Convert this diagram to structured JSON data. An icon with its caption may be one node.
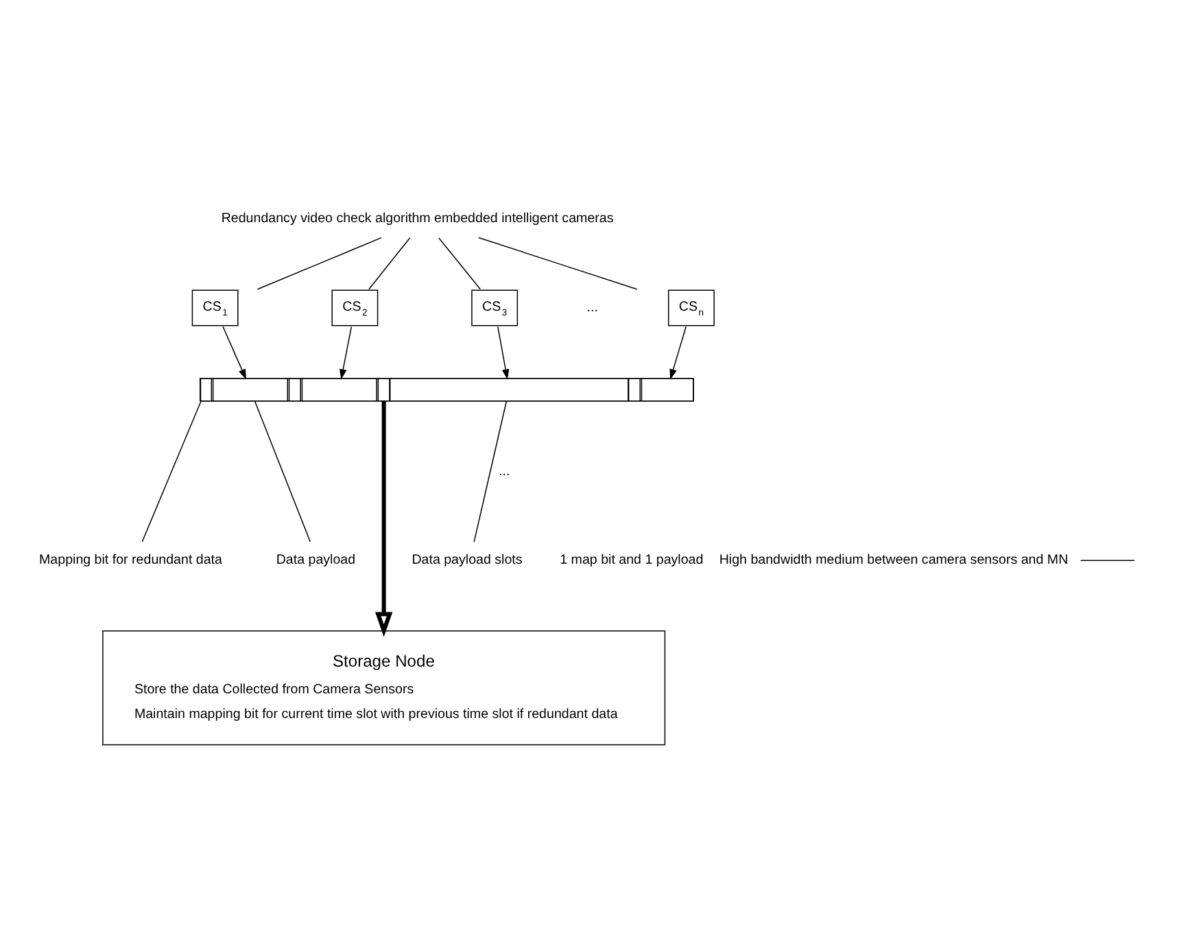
{
  "diagram": {
    "nodes": [
      {
        "text": [
          "Redundancy video check algorithm embedded intelligent cameras"
        ]
      },
      {
        "text": [
          "CS$_{1}$"
        ]
      },
      {
        "text": [
          "CS$_{2}$"
        ]
      },
      {
        "text": [
          "CS$_{3}$"
        ]
      },
      {
        "text": [
          "CS$_{n}$"
        ]
      },
      {
        "text": [],
        "shape": "bar"
      },
      {
        "text": [],
        "shape": "box",
        "in": 5
      },
      {
        "text": [],
        "shape": "box",
        "in": 5
      },
      {
        "text": [],
        "shape": "box",
        "in": 5
      },
      {
        "text": [],
        "shape": "box",
        "in": 5
      },
      {
        "text": [],
        "shape": "box",
        "in": 5
      },
      {
        "text": [],
        "shape": "box",
        "in": 5
      },
      {
        "text": [],
        "shape": "box",
        "in": 5
      },
      {
        "text": [],
        "shape": "box",
        "in": 5
      },
      {
        "text": [
          "Mapping bit for redundant data"
        ]
      },
      {
        "text": [
          "Data payload"
        ]
      },
      {
        "text": [
          "Data payload slots"
        ]
      },
      {
        "text": [
          "High bandwidth medium between camera sensors and MN"
        ]
      },
      {
        "text": [
          "Storage Node",
          "Store the data Collected from Camera Sensors",
          "Maintain mapping bit for current time slot with previous time slot if redundant data"
        ]
      }
    ],
    "edges": [
      {
        "from": 0,
        "to": 1,
        "arrow": "none"
      },
      {
        "from": 0,
        "to": 2,
        "arrow": "none"
      },
      {
        "from": 0,
        "to": 3,
        "arrow": "none"
      },
      {
        "from": 0,
        "to": 4,
        "arrow": "none"
      },
      {
        "from": 1,
        "to": 7,
        "arrow": "to"
      },
      {
        "from": 2,
        "to": 9,
        "arrow": "to"
      },
      {
        "from": 3,
        "to": 11,
        "arrow": "to"
      },
      {
        "from": 4,
        "to": 13,
        "arrow": "to"
      },
      {
        "from": 14,
        "to": 6,
        "arrow": "none"
      },
      {
        "from": 15,
        "to": 7,
        "arrow": "none"
      },
      {
        "from": 16,
        "to": 11,
        "arrow": "none"
      },
      {
        "from": 5,
        "to": 18,
        "arrow": "to",
        "style": "thick"
      },
      {
        "from": 17,
        "to": null,
        "arrow": "none"
      }
    ],
    "labels": [
      "...",
      "...",
      "1 map bit and 1 payload"
    ]
  }
}
